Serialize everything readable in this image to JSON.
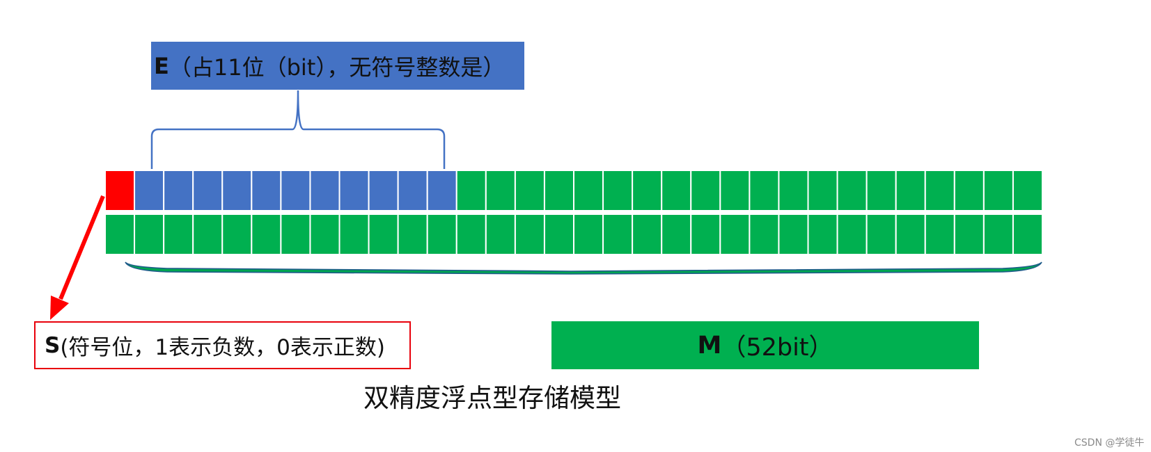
{
  "exponent_label": {
    "letter": "E",
    "text": "（占11位（bit），无符号整数是）"
  },
  "sign_label": {
    "letter": "S",
    "text": "(符号位，1表示负数，0表示正数)"
  },
  "mantissa_label": {
    "letter": "M",
    "text": "（52bit）"
  },
  "caption": "双精度浮点型存储模型",
  "watermark": "CSDN @学徒牛",
  "bits": {
    "sign": 1,
    "exponent": 11,
    "mantissa": 52,
    "per_row": 32
  },
  "colors": {
    "sign": "#ff0000",
    "exponent": "#4472c4",
    "mantissa": "#00b050",
    "brace_exponent": "#4472c4",
    "brace_mantissa": "#1f5c8a",
    "arrow": "#ff0000",
    "sign_border": "#e8000b"
  },
  "icons": {
    "arrow": "red-arrow-icon",
    "brace": "curly-brace-icon"
  }
}
